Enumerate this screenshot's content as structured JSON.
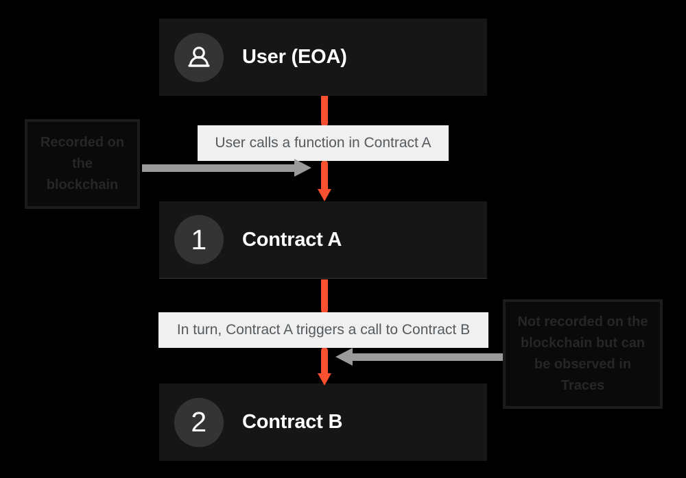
{
  "diagram": {
    "background_color": "#000000",
    "accent_color": "#f9512f",
    "annotation_arrow_color": "#9a9a9a",
    "caption_bg_color": "#f0f0f0",
    "node_bg_color": "#161616"
  },
  "nodes": [
    {
      "id": "user",
      "badge_icon": "person-icon",
      "badge_number": "",
      "label": "User (EOA)"
    },
    {
      "id": "contract_a",
      "badge_icon": "number-badge",
      "badge_number": "1",
      "label": "Contract A"
    },
    {
      "id": "contract_b",
      "badge_icon": "number-badge",
      "badge_number": "2",
      "label": "Contract B"
    }
  ],
  "captions": [
    {
      "id": "user_to_a",
      "text": "User calls a function in Contract A"
    },
    {
      "id": "a_to_b",
      "text": "In turn, Contract A triggers a call to Contract B"
    }
  ],
  "annotations": [
    {
      "id": "recorded",
      "text": "Recorded on the blockchain",
      "arrow_direction": "right"
    },
    {
      "id": "not_recorded",
      "text": "Not recorded on the blockchain but can be observed in Traces",
      "arrow_direction": "left"
    }
  ]
}
